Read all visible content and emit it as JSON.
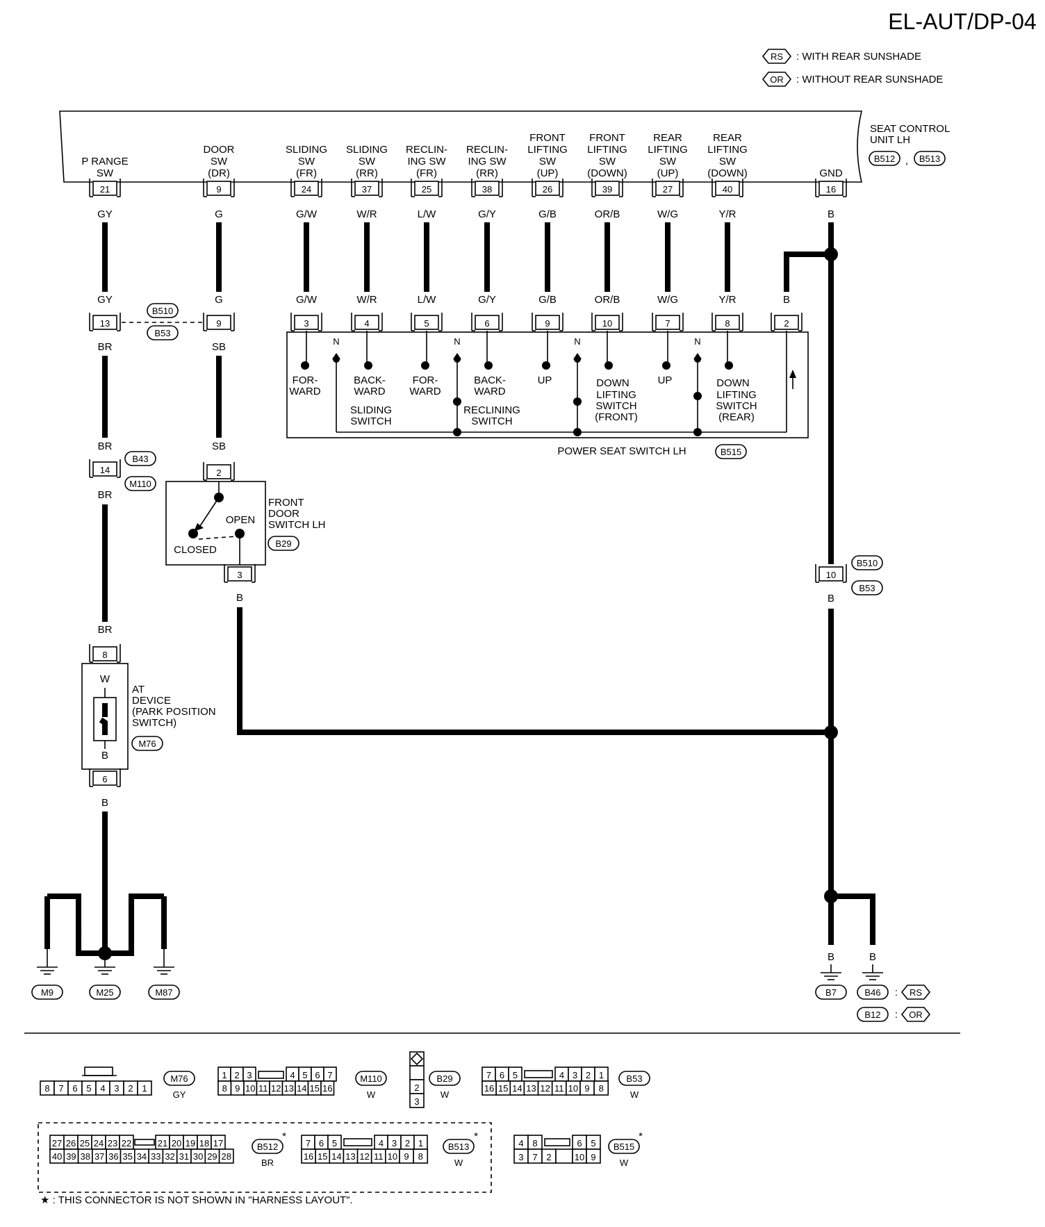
{
  "title": "EL-AUT/DP-04",
  "legend": [
    {
      "code": "RS",
      "text": ": WITH REAR SUNSHADE"
    },
    {
      "code": "OR",
      "text": ": WITHOUT REAR SUNSHADE"
    }
  ],
  "unit": {
    "name": [
      "SEAT CONTROL",
      "UNIT LH"
    ],
    "conn1": "B512",
    "conn2": "B513",
    "sep": ",",
    "pins": [
      {
        "label": [
          "P RANGE",
          "SW"
        ],
        "pin": "21",
        "wire": "GY"
      },
      {
        "label": [
          "DOOR",
          "SW",
          "(DR)"
        ],
        "pin": "9",
        "wire": "G"
      },
      {
        "label": [
          "SLIDING",
          "SW",
          "(FR)"
        ],
        "pin": "24",
        "wire": "G/W"
      },
      {
        "label": [
          "SLIDING",
          "SW",
          "(RR)"
        ],
        "pin": "37",
        "wire": "W/R"
      },
      {
        "label": [
          "RECLIN-",
          "ING SW",
          "(FR)"
        ],
        "pin": "25",
        "wire": "L/W"
      },
      {
        "label": [
          "RECLIN-",
          "ING SW",
          "(RR)"
        ],
        "pin": "38",
        "wire": "G/Y"
      },
      {
        "label": [
          "FRONT",
          "LIFTING",
          "SW",
          "(UP)"
        ],
        "pin": "26",
        "wire": "G/B"
      },
      {
        "label": [
          "FRONT",
          "LIFTING",
          "SW",
          "(DOWN)"
        ],
        "pin": "39",
        "wire": "OR/B"
      },
      {
        "label": [
          "REAR",
          "LIFTING",
          "SW",
          "(UP)"
        ],
        "pin": "27",
        "wire": "W/G"
      },
      {
        "label": [
          "REAR",
          "LIFTING",
          "SW",
          "(DOWN)"
        ],
        "pin": "40",
        "wire": "Y/R"
      },
      {
        "label": [
          "GND"
        ],
        "pin": "16",
        "wire": "B"
      }
    ]
  },
  "jc1": {
    "top": "B510",
    "bottom": "B53",
    "pinA": "13",
    "pinB": "9",
    "pinC": "10",
    "wireBelowA": "BR",
    "wireBelowB": "SB",
    "wireC": "B"
  },
  "seat_switch": {
    "name": "POWER SEAT SWITCH LH",
    "conn": "B515",
    "pins": [
      "3",
      "4",
      "5",
      "6",
      "9",
      "10",
      "7",
      "8",
      "2"
    ],
    "gnd_wire": "B",
    "n": "N",
    "forward": [
      "FOR-",
      "WARD"
    ],
    "backward": [
      "BACK-",
      "WARD"
    ],
    "up": "UP",
    "down": "DOWN",
    "sliding": [
      "SLIDING",
      "SWITCH"
    ],
    "reclining": [
      "RECLINING",
      "SWITCH"
    ],
    "lift_front": [
      "LIFTING",
      "SWITCH",
      "(FRONT)"
    ],
    "lift_rear": [
      "LIFTING",
      "SWITCH",
      "(REAR)"
    ]
  },
  "jc2": {
    "top": "B43",
    "bottom": "M110",
    "pin": "14",
    "wire": "BR"
  },
  "door_switch": {
    "name": [
      "FRONT",
      "DOOR",
      "SWITCH LH"
    ],
    "conn": "B29",
    "pinTop": "2",
    "pinBottom": "3",
    "open": "OPEN",
    "closed": "CLOSED",
    "wireIn": "SB",
    "wireOut": "B"
  },
  "at_device": {
    "name": [
      "AT",
      "DEVICE",
      "(PARK POSITION",
      "SWITCH)"
    ],
    "conn": "M76",
    "pinTop": "8",
    "pinBottom": "6",
    "wireIn": "BR",
    "inner1": "W",
    "inner2": "B",
    "wireOut": "B"
  },
  "grounds_left": {
    "wire": "B",
    "g1": "M9",
    "g2": "M25",
    "g3": "M87"
  },
  "grounds_right": {
    "wire": "B",
    "g1": "B7",
    "g2": "B46",
    "g3": "B12",
    "sep": ":",
    "rs": "RS",
    "or": "OR"
  },
  "connectors": {
    "m76": {
      "code": "M76",
      "color": "GY",
      "row": [
        "8",
        "7",
        "6",
        "5",
        "4",
        "3",
        "2",
        "1"
      ]
    },
    "m110": {
      "code": "M110",
      "color": "W",
      "row1": [
        "1",
        "2",
        "3",
        "4",
        "5",
        "6",
        "7"
      ],
      "row2": [
        "8",
        "9",
        "10",
        "11",
        "12",
        "13",
        "14",
        "15",
        "16"
      ]
    },
    "b29": {
      "code": "B29",
      "color": "W",
      "col": [
        "2",
        "3"
      ]
    },
    "b53": {
      "code": "B53",
      "color": "W",
      "row1": [
        "7",
        "6",
        "5",
        "4",
        "3",
        "2",
        "1"
      ],
      "row2": [
        "16",
        "15",
        "14",
        "13",
        "12",
        "11",
        "10",
        "9",
        "8"
      ]
    },
    "b512": {
      "code": "B512",
      "color": "BR",
      "row1": [
        "27",
        "26",
        "25",
        "24",
        "23",
        "22",
        "21",
        "20",
        "19",
        "18",
        "17"
      ],
      "row2": [
        "40",
        "39",
        "38",
        "37",
        "36",
        "35",
        "34",
        "33",
        "32",
        "31",
        "30",
        "29",
        "28"
      ]
    },
    "b513": {
      "code": "B513",
      "color": "W",
      "row1": [
        "7",
        "6",
        "5",
        "4",
        "3",
        "2",
        "1"
      ],
      "row2": [
        "16",
        "15",
        "14",
        "13",
        "12",
        "11",
        "10",
        "9",
        "8"
      ]
    },
    "b515": {
      "code": "B515",
      "color": "W",
      "row1": [
        "4",
        "8",
        "6",
        "5"
      ],
      "row2": [
        "3",
        "7",
        "2",
        "10",
        "9"
      ]
    }
  },
  "star": "*",
  "footnote": "★ : THIS CONNECTOR IS NOT SHOWN IN \"HARNESS LAYOUT\"."
}
